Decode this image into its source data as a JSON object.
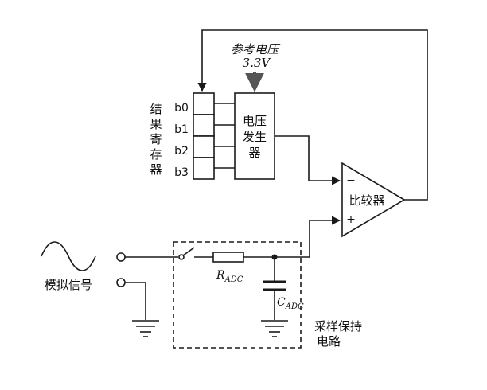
{
  "reference": {
    "title": "参考电压",
    "value": "3.3V"
  },
  "register": {
    "label_chars": [
      "结",
      "果",
      "寄",
      "存",
      "器"
    ],
    "bits": [
      "b0",
      "b1",
      "b2",
      "b3"
    ]
  },
  "voltage_generator": {
    "lines": [
      "电压",
      "发生",
      "器"
    ]
  },
  "comparator": {
    "label": "比较器",
    "minus": "−",
    "plus": "+"
  },
  "input": {
    "label": "模拟信号"
  },
  "resistor": {
    "symbol": "R",
    "subscript": "ADC"
  },
  "capacitor": {
    "symbol": "C",
    "subscript": "ADC"
  },
  "sample_hold": {
    "lines": [
      "采样保持",
      "电路"
    ]
  }
}
